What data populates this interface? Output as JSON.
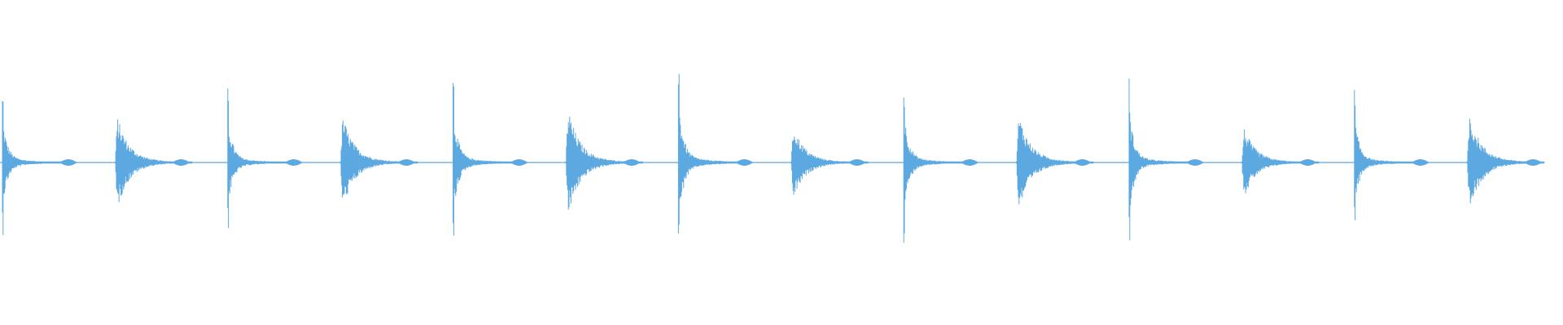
{
  "waveform": {
    "color": "#5ca8e0",
    "background": "#ffffff",
    "hit_count": 14,
    "hits": [
      {
        "peak": 0.56,
        "style": "sharp"
      },
      {
        "peak": 0.42,
        "style": "soft"
      },
      {
        "peak": 0.58,
        "style": "sharp"
      },
      {
        "peak": 0.43,
        "style": "soft"
      },
      {
        "peak": 0.69,
        "style": "sharp"
      },
      {
        "peak": 0.5,
        "style": "soft"
      },
      {
        "peak": 0.8,
        "style": "sharp"
      },
      {
        "peak": 0.34,
        "style": "soft"
      },
      {
        "peak": 0.65,
        "style": "sharp"
      },
      {
        "peak": 0.45,
        "style": "soft"
      },
      {
        "peak": 0.68,
        "style": "sharp"
      },
      {
        "peak": 0.32,
        "style": "soft"
      },
      {
        "peak": 0.58,
        "style": "sharp"
      },
      {
        "peak": 0.46,
        "style": "soft"
      }
    ]
  }
}
